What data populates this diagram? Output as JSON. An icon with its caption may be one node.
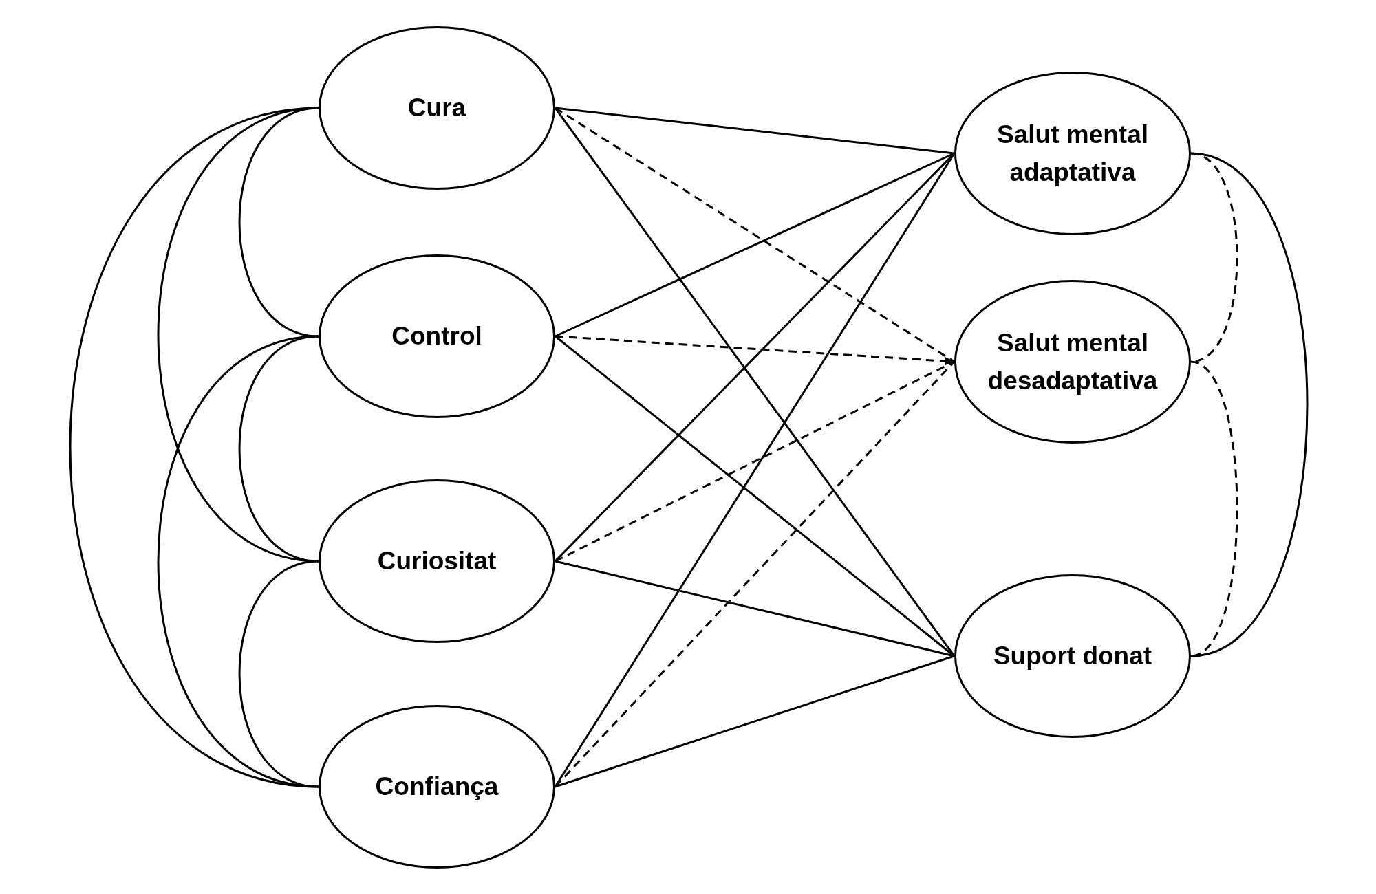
{
  "diagram": {
    "nodes": [
      {
        "text": [
          "Cura"
        ]
      },
      {
        "text": [
          "Control"
        ]
      },
      {
        "text": [
          "Curiositat"
        ]
      },
      {
        "text": [
          "Confiança"
        ]
      },
      {
        "text": [
          "Salut mental adaptativa"
        ]
      },
      {
        "text": [
          "Salut mental desadaptativa"
        ]
      },
      {
        "text": [
          "Suport donat"
        ]
      }
    ],
    "edges": [
      {
        "from": 0,
        "to": 4,
        "arrow": "none"
      },
      {
        "from": 0,
        "to": 5,
        "arrow": "none",
        "style": "dashed"
      },
      {
        "from": 0,
        "to": 6,
        "arrow": "none"
      },
      {
        "from": 1,
        "to": 4,
        "arrow": "none"
      },
      {
        "from": 1,
        "to": 5,
        "arrow": "to",
        "style": "dashed"
      },
      {
        "from": 1,
        "to": 6,
        "arrow": "none"
      },
      {
        "from": 2,
        "to": 4,
        "arrow": "none"
      },
      {
        "from": 2,
        "to": 5,
        "arrow": "none",
        "style": "dashed"
      },
      {
        "from": 2,
        "to": 6,
        "arrow": "none"
      },
      {
        "from": 3,
        "to": 4,
        "arrow": "none"
      },
      {
        "from": 3,
        "to": 5,
        "arrow": "none",
        "style": "dashed"
      },
      {
        "from": 3,
        "to": 6,
        "arrow": "none"
      },
      {
        "from": 0,
        "to": 1,
        "arrow": "none"
      },
      {
        "from": 0,
        "to": 2,
        "arrow": "none"
      },
      {
        "from": 0,
        "to": 3,
        "arrow": "none"
      },
      {
        "from": 1,
        "to": 2,
        "arrow": "none"
      },
      {
        "from": 1,
        "to": 3,
        "arrow": "none"
      },
      {
        "from": 2,
        "to": 3,
        "arrow": "none"
      },
      {
        "from": 4,
        "to": 5,
        "arrow": "none",
        "style": "dashed"
      },
      {
        "from": 5,
        "to": 6,
        "arrow": "none",
        "style": "dashed"
      },
      {
        "from": 4,
        "to": 6,
        "arrow": "none"
      }
    ]
  }
}
